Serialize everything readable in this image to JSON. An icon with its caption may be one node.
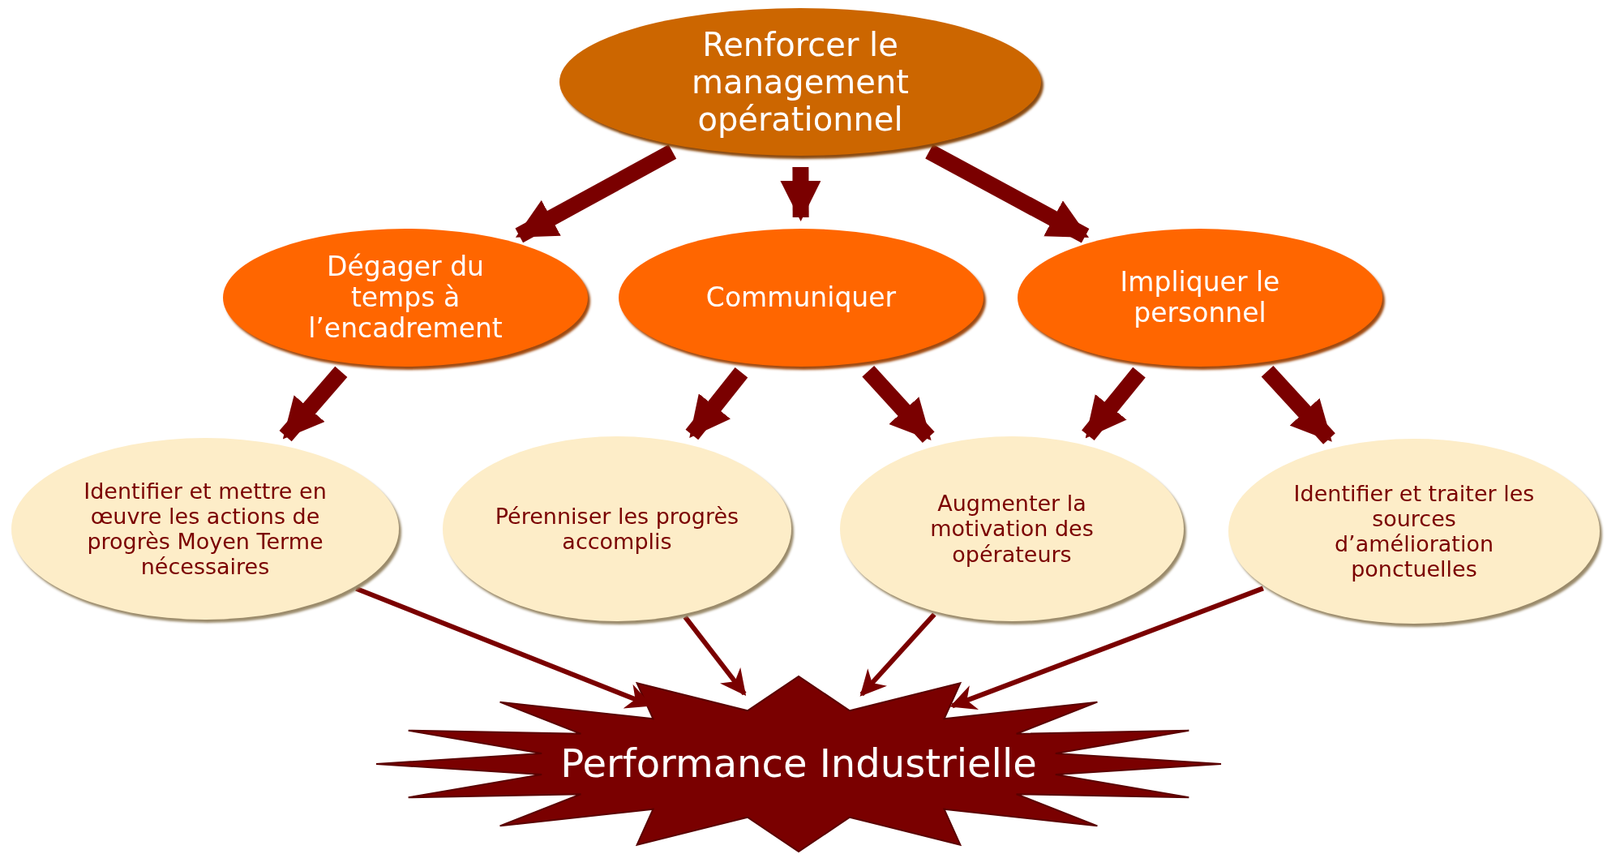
{
  "diagram": {
    "nodes": [
      {
        "text": [
          "Renforcer le management opérationnel"
        ]
      },
      {
        "text": [
          "Dégager du temps à l’encadrement"
        ]
      },
      {
        "text": [
          "Communiquer"
        ]
      },
      {
        "text": [
          "Impliquer le personnel"
        ]
      },
      {
        "text": [
          "Identifier et mettre en œuvre les actions de progrès Moyen Terme nécessaires"
        ]
      },
      {
        "text": [
          "Pérenniser les progrès accomplis"
        ]
      },
      {
        "text": [
          "Augmenter la motivation des opérateurs"
        ]
      },
      {
        "text": [
          "Identifier et traiter les sources d’amélioration ponctuelles"
        ]
      },
      {
        "text": [
          "Performance Industrielle"
        ]
      }
    ],
    "edges": [
      {
        "from": 0,
        "to": 1,
        "arrow": "to"
      },
      {
        "from": 0,
        "to": 2,
        "arrow": "to"
      },
      {
        "from": 0,
        "to": 3,
        "arrow": "to"
      },
      {
        "from": 1,
        "to": 4,
        "arrow": "to"
      },
      {
        "from": 2,
        "to": 5,
        "arrow": "to"
      },
      {
        "from": 2,
        "to": 6,
        "arrow": "to"
      },
      {
        "from": 3,
        "to": 6,
        "arrow": "to"
      },
      {
        "from": 3,
        "to": 7,
        "arrow": "to"
      },
      {
        "from": 4,
        "to": 8,
        "arrow": "to"
      },
      {
        "from": 5,
        "to": 8,
        "arrow": "to"
      },
      {
        "from": 6,
        "to": 8,
        "arrow": "to"
      },
      {
        "from": 7,
        "to": 8,
        "arrow": "to"
      }
    ]
  }
}
